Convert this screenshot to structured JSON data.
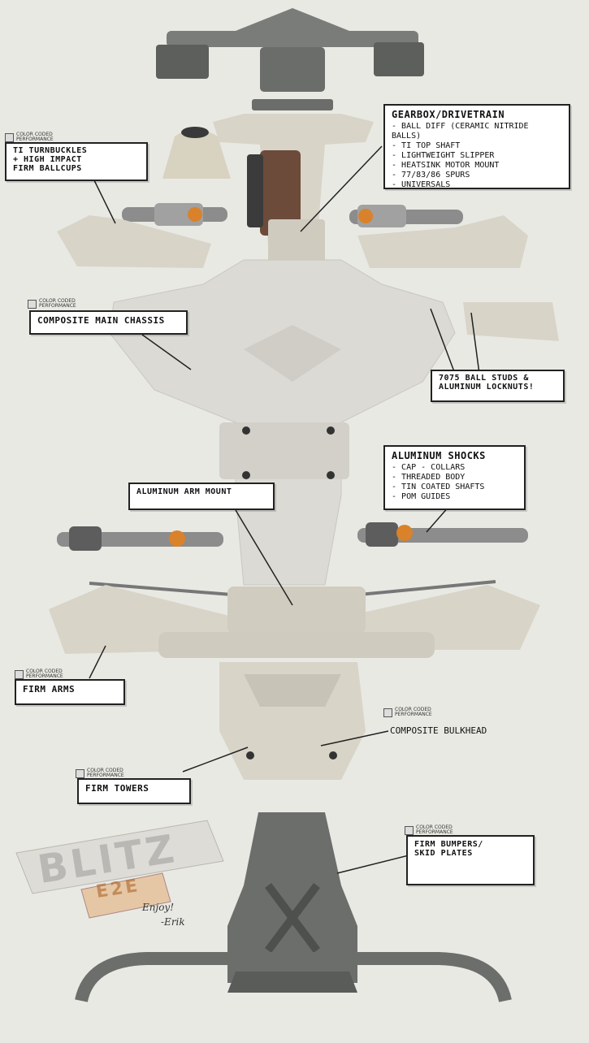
{
  "badge": {
    "line1": "COLOR CODED",
    "line2": "PERFORMANCE"
  },
  "callouts": {
    "gearbox": {
      "title": "Gearbox/Drivetrain",
      "items": [
        "Ball Diff (Ceramic Nitride Balls)",
        "Ti Top Shaft",
        "Lightweight Slipper",
        "Heatsink Motor Mount",
        "77/83/86 Spurs",
        "Universals"
      ]
    },
    "turnbuckles": {
      "line1": "Ti Turnbuckles",
      "line2": "+ High Impact",
      "line3": "Firm Ballcups"
    },
    "chassis": {
      "text": "Composite Main Chassis"
    },
    "ballstuds": {
      "line1": "7075 Ball Studs &",
      "line2": "Aluminum Locknuts!"
    },
    "shocks": {
      "title": "Aluminum Shocks",
      "items": [
        "Cap - Collars",
        "Threaded Body",
        "Tin Coated Shafts",
        "POM Guides"
      ]
    },
    "armmount": {
      "text": "Aluminum Arm Mount"
    },
    "arms": {
      "text": "Firm Arms"
    },
    "bulkhead": {
      "text": "Composite Bulkhead"
    },
    "towers": {
      "text": "Firm Towers"
    },
    "bumpers": {
      "line1": "Firm Bumpers/",
      "line2": "Skid Plates"
    }
  },
  "logo": {
    "brand": "BLITZ",
    "model": "E2E"
  },
  "signoff": {
    "line1": "Enjoy!",
    "line2": "-Erik"
  },
  "colors": {
    "light_part": "#d8d4c8",
    "dark_part": "#6f716f",
    "orange": "#d9822b",
    "metal": "#8a8a8a"
  }
}
